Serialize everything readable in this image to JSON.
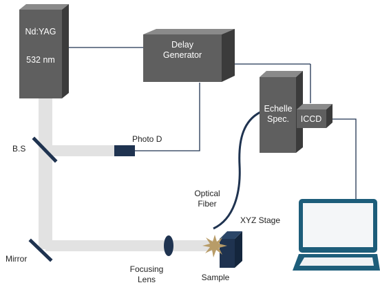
{
  "colors": {
    "box_front": "#5f5f5f",
    "box_side": "#3b3b3b",
    "box_top": "#8a8a8a",
    "beam": "#e2e2e2",
    "wire": "#1f3350",
    "optic": "#1f3350",
    "laptop_frame": "#1d5d7a",
    "laptop_screen": "#f4f6f8",
    "spark": "#b89c68"
  },
  "labels": {
    "laser_name": "Nd:YAG",
    "laser_wavelength": "532 nm",
    "delay_line1": "Delay",
    "delay_line2": "Generator",
    "echelle_line1": "Echelle",
    "echelle_line2": "Spec.",
    "iccd": "ICCD",
    "beam_splitter": "B.S",
    "photodiode": "Photo D",
    "mirror": "Mirror",
    "lens_line1": "Focusing",
    "lens_line2": "Lens",
    "sample": "Sample",
    "stage": "XYZ Stage",
    "fiber_line1": "Optical",
    "fiber_line2": "Fiber"
  }
}
